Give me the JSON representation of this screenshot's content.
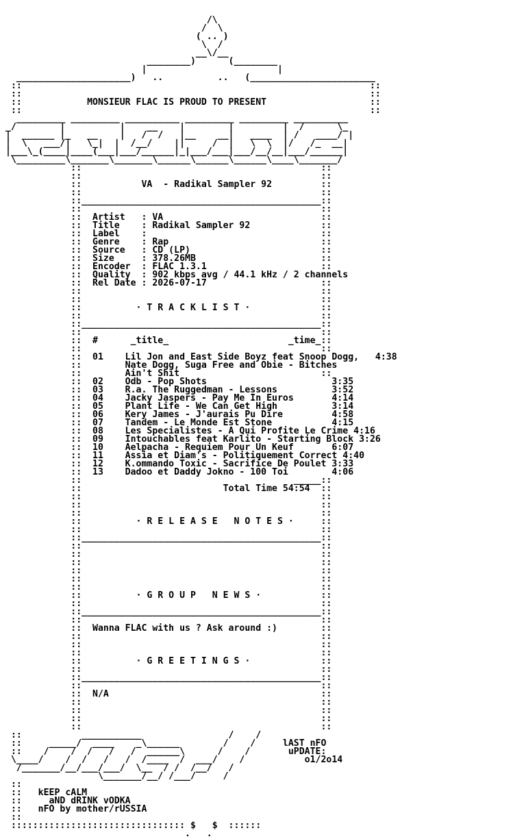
{
  "document": {
    "ascii_art_lines": [
      "                                     /\\",
      "                                    /  \\",
      "                                   ( .. )",
      "                                    \\  /",
      "                                   __\\/__",
      "                          ________)      (________",
      "                         |                        |",
      "  _____________________)   ..          ..   (_______________________",
      " ::                                                                ::",
      " ::                                                                ::",
      " ::            MONSIEUR FLAC IS PROUD TO PRESENT                   ::",
      " ::                                                                ::",
      "  _________ _________ __________ _________ _________ __________",
      "_/        |          |    __    |        |         |  /      \\_",
      "|  ______ |_   __    |   /  /   |__    __|   ____  | /   ____/ |",
      "|  \\   ___/|   \\_|  |  /__/    ||     /  |   \\  \\  |/   /_  __|",
      "|___\\_(____|____(___|___/______|_|___/___|___/__/__|___/______|",
      " \\_________\\_______\\_______\\______\\______\\______\\____\\_______/",
      "            ::                                            ::",
      "            ::                                            ::",
      "            ::           VA  - Radikal Sampler 92         ::",
      "            ::                                            ::",
      "            ::____________________________________________::",
      "            ::                                            ::",
      "            ::  Artist   : VA                             ::",
      "            ::  Title    : Radikal Sampler 92             ::",
      "            ::  Label    :                                ::",
      "            ::  Genre    : Rap                            ::",
      "            ::  Source   : CD (LP)                        ::",
      "            ::  Size     : 378.26MB                       ::",
      "            ::  Encoder  : FLAC 1.3.1                     ::",
      "            ::  Quality  : 902 kbps avg / 44.1 kHz / 2 channels",
      "            ::  Rel Date : 2026-07-17                     ::",
      "            ::                                            ::",
      "            ::                                            ::",
      "            ::          · T R A C K L I S T ·             ::",
      "            ::                                            ::",
      "            ::____________________________________________::",
      "            ::                                            ::",
      "            ::  #      _title_                      _time_::",
      "            ::                                            ::",
      "            ::  01    Lil Jon and East Side Boyz feat Snoop Dogg,   4:38",
      "            ::        Nate Dogg, Suga Free and Obie - Bitches",
      "            ::        Ain't Shit                          ::",
      "            ::  02    Odb - Pop Shots                       3:35",
      "            ::  03    R.a. The Ruggedman - Lessons          3:52",
      "            ::  04    Jacky Jaspers - Pay Me In Euros       4:14",
      "            ::  05    Plant Life - We Can Get High          3:14",
      "            ::  06    Kery James - J'aurais Pu Dire         4:58",
      "            ::  07    Tandem - Le Monde Est Stone           4:15",
      "            ::  08    Les Specialistes - A Qui Profite Le Crime 4:16",
      "            ::  09    Intouchables feat Karlito - Starting Block 3:26",
      "            ::  10    Aelpacha - Requiem Pour Un Keuf       6:07",
      "            ::  11    Assia et Diam's - Politiquement Correct 4:40",
      "            ::  12    K.ommando Toxic - Sacrifice De Poulet 3:33",
      "            ::  13    Dadoo et Daddy Jokno - 100 Toi        4:06",
      "            ::                                       _____::",
      "            ::                          Total Time 54:54  ::",
      "            ::                                            ::",
      "            ::                                            ::",
      "            ::                                            ::",
      "            ::          · R E L E A S E   N O T E S ·     ::",
      "            ::                                            ::",
      "            ::____________________________________________::",
      "            ::                                            ::",
      "            ::                                            ::",
      "            ::                                            ::",
      "            ::                                            ::",
      "            ::                                            ::",
      "            ::                                            ::",
      "            ::          · G R O U P   N E W S ·           ::",
      "            ::                                            ::",
      "            ::____________________________________________::",
      "            ::                                            ::",
      "            ::  Wanna FLAC with us ? Ask around :)        ::",
      "            ::                                            ::",
      "            ::                                            ::",
      "            ::                                            ::",
      "            ::          · G R E E T I N G S ·             ::",
      "            ::                                            ::",
      "            ::____________________________________________::",
      "            ::                                            ::",
      "            ::  N/A                                       ::",
      "            ::                                            ::",
      "            ::                                            ::",
      "            ::                                            ::",
      "            ::                                            ::",
      " ::           ___________                /    /",
      " ::     _____/  ____    _\\______        /    /     lAST nFO",
      " ::    /    /  /   /   /  ______\\      /    /       uPDATE:",
      " \\____/    /  /   /   /  /____  /  ___/    /           o1/2o14",
      "  /_______/__/___/___/  \\__  / /  /__/   /",
      "                 \\_______/__/ /___/     /",
      " ::",
      " ::   kEEP cALM",
      " ::     aND dRINK vODKA",
      " ::   nFO by mother/rUSSIA",
      " ::",
      " :::::::::::::::::::::::::::::::: $   $  ::::::",
      "                                 .   ."
    ]
  }
}
